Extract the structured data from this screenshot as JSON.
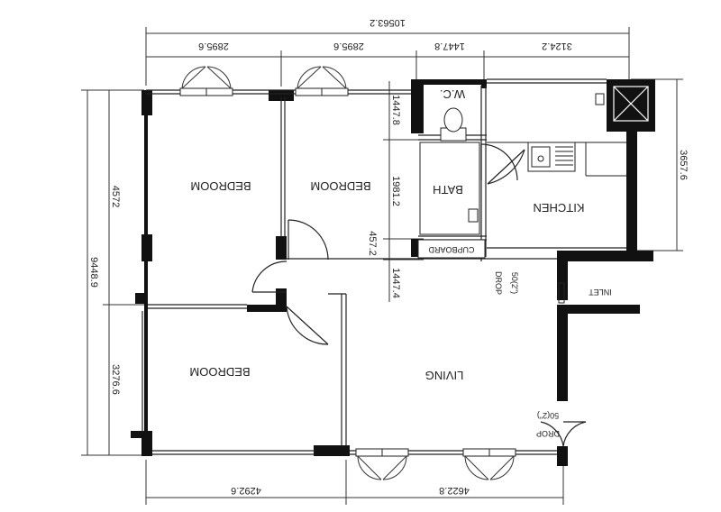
{
  "plan": {
    "dimensions": {
      "overall_top": "10563.2",
      "top_1": "2895.6",
      "top_2": "2895.6",
      "top_3": "1447.8",
      "top_4": "3124.2",
      "bottom_1": "4292.6",
      "bottom_2": "4622.8",
      "left_overall": "9448.9",
      "left_upper": "4572",
      "left_lower": "3276.6",
      "right_kitchen": "3657.6",
      "wc_height": "1447.8",
      "bath_height": "1981.2",
      "cupboard_height": "457.2",
      "entry_height": "1447.4"
    },
    "rooms": {
      "bedroom_1": "BEDROOM",
      "bedroom_2": "BEDROOM",
      "bedroom_3": "BEDROOM",
      "wc": "W.C.",
      "bath": "BATH",
      "kitchen": "KITCHEN",
      "living": "LIVING",
      "cupboard": "CUPBOARD",
      "inlet": "INLET"
    },
    "notes": {
      "drop_upper": "DROP",
      "drop_upper_size": "50(2\")",
      "drop_lower": "DROP",
      "drop_lower_size": "50(2\")"
    },
    "colors": {
      "wall": "#111111",
      "line": "#333333",
      "background": "#ffffff"
    }
  }
}
